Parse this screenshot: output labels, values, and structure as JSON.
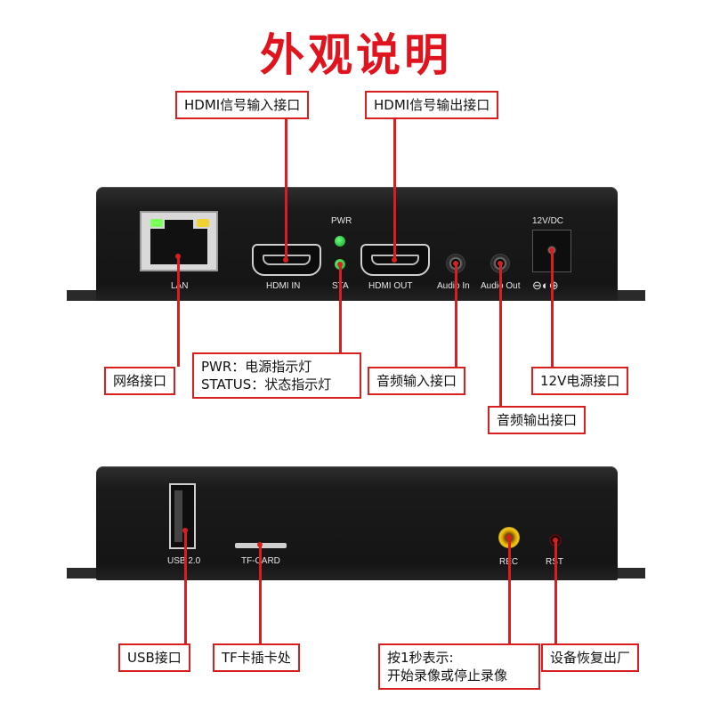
{
  "title": "外观说明",
  "front_panel": {
    "ports": {
      "lan": "LAN",
      "hdmi_in": "HDMI IN",
      "pwr": "PWR",
      "sta": "STA",
      "hdmi_out": "HDMI OUT",
      "audio_in": "Audio In",
      "audio_out": "Audio Out",
      "dc": "12V/DC",
      "polarity": "⊖◐⊕"
    },
    "callouts": {
      "hdmi_in": "HDMI信号输入接口",
      "hdmi_out": "HDMI信号输出接口",
      "lan": "网络接口",
      "indicator_line1": "PWR：电源指示灯",
      "indicator_line2": "STATUS：状态指示灯",
      "audio_in": "音频输入接口",
      "audio_out": "音频输出接口",
      "power": "12V电源接口"
    }
  },
  "back_panel": {
    "ports": {
      "usb": "USB 2.0",
      "tf": "TF-CARD",
      "rec": "REC",
      "rst": "RST"
    },
    "callouts": {
      "usb": "USB接口",
      "tf": "TF卡插卡处",
      "rec_line1": "按1秒表示:",
      "rec_line2": "开始录像或停止录像",
      "rst": "设备恢复出厂"
    }
  },
  "colors": {
    "accent": "#d81e1e",
    "title": "#e0141e",
    "device": "#1a1a1a",
    "led_green": "#22d043",
    "led_yellow": "#e8c21a"
  }
}
